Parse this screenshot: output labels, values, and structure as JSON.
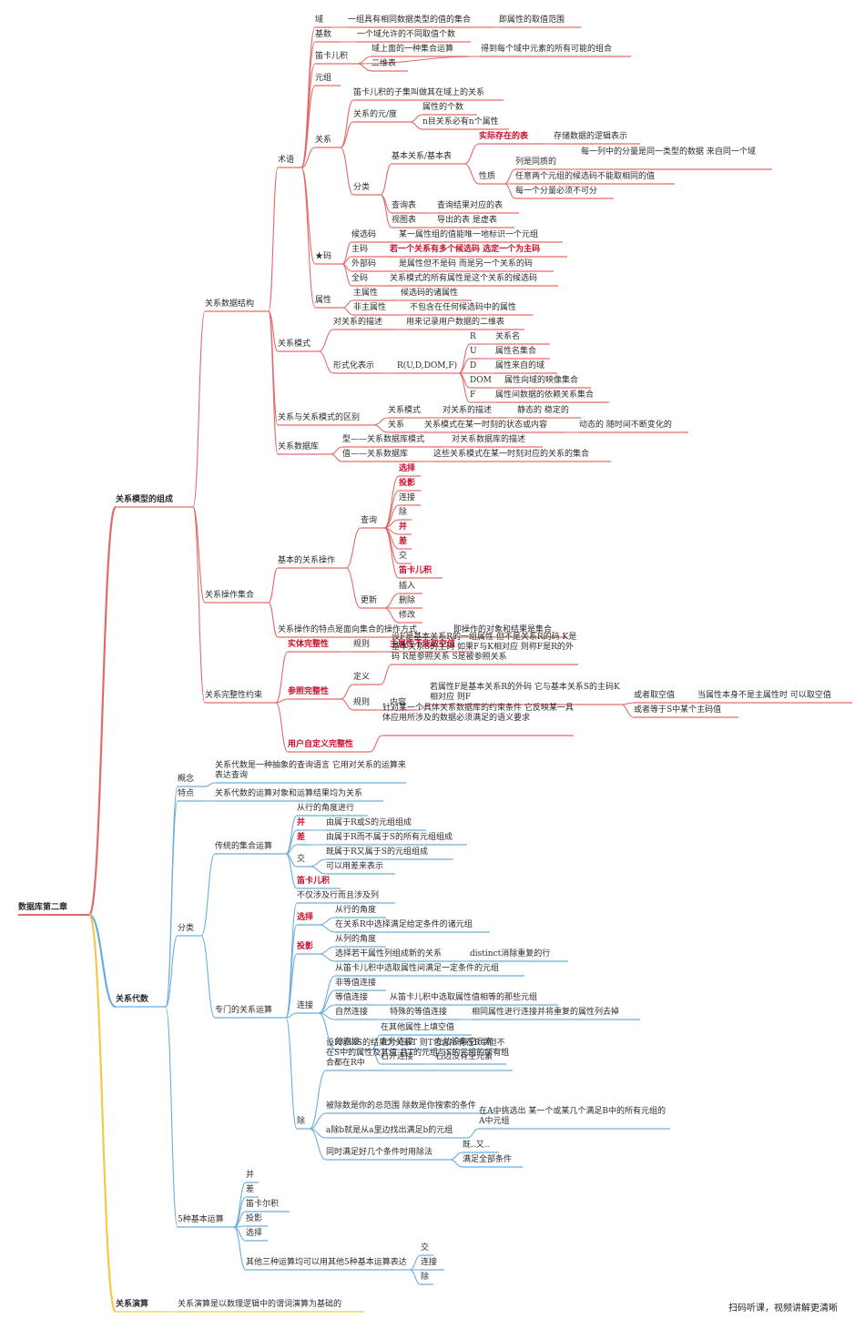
{
  "colors": {
    "red": "#e46a6a",
    "blue": "#6aaedc",
    "yellow": "#f2c94c",
    "text": "#2c2c2c",
    "accent": "#c8102e"
  },
  "root": {
    "label": "数据库第二章"
  },
  "footer": "扫码听课，视频讲解更清晰",
  "nodes": [
    {
      "id": "b1",
      "label": "关系模型的组成"
    },
    {
      "id": "b2",
      "label": "关系代数"
    },
    {
      "id": "b3",
      "label": "关系演算"
    },
    {
      "id": "s1",
      "label": "关系数据结构"
    },
    {
      "id": "s2",
      "label": "关系操作集合"
    },
    {
      "id": "s3",
      "label": "关系完整性约束"
    },
    {
      "id": "t1",
      "label": "术语"
    },
    {
      "id": "t2",
      "label": "关系模式"
    },
    {
      "id": "t3",
      "label": "关系与关系模式的区别"
    },
    {
      "id": "t4",
      "label": "关系数据库"
    },
    {
      "id": "u1",
      "label": "域"
    },
    {
      "id": "u1a",
      "label": "一组具有相同数据类型的值的集合"
    },
    {
      "id": "u1b",
      "label": "即属性的取值范围"
    },
    {
      "id": "u2",
      "label": "基数"
    },
    {
      "id": "u2a",
      "label": "一个域允许的不同取值个数"
    },
    {
      "id": "u3",
      "label": "笛卡儿积"
    },
    {
      "id": "u3a",
      "label": "域上面的一种集合运算"
    },
    {
      "id": "u3b",
      "label": "得到每个域中元素的所有可能的组合"
    },
    {
      "id": "u3c",
      "label": "二维表"
    },
    {
      "id": "u4",
      "label": "元组"
    },
    {
      "id": "u5",
      "label": "关系"
    },
    {
      "id": "u5a",
      "label": "笛卡儿积的子集叫做其在域上的关系"
    },
    {
      "id": "u5b",
      "label": "关系的元/度"
    },
    {
      "id": "u5b1",
      "label": "属性的个数"
    },
    {
      "id": "u5b2",
      "label": "n目关系必有n个属性"
    },
    {
      "id": "u5c",
      "label": "分类"
    },
    {
      "id": "u5c1",
      "label": "基本关系/基本表"
    },
    {
      "id": "u5c1a",
      "label": "实际存在的表"
    },
    {
      "id": "u5c1a1",
      "label": "存储数据的逻辑表示"
    },
    {
      "id": "u5c1b",
      "label": "性质"
    },
    {
      "id": "u5c1b1",
      "label": "列是同质的"
    },
    {
      "id": "u5c1b1a",
      "label": "每一列中的分量是同一类型的数据 来自同一个域"
    },
    {
      "id": "u5c1b2",
      "label": "任意两个元组的候选码不能取相同的值"
    },
    {
      "id": "u5c1b3",
      "label": "每一个分量必须不可分"
    },
    {
      "id": "u5c2",
      "label": "查询表"
    },
    {
      "id": "u5c2a",
      "label": "查询结果对应的表"
    },
    {
      "id": "u5c3",
      "label": "视图表"
    },
    {
      "id": "u5c3a",
      "label": "导出的表 是虚表"
    },
    {
      "id": "u6",
      "label": "★码"
    },
    {
      "id": "u6a",
      "label": "候选码"
    },
    {
      "id": "u6a1",
      "label": "某一属性组的值能唯一地标识一个元组"
    },
    {
      "id": "u6b",
      "label": "主码"
    },
    {
      "id": "u6b1",
      "label": "若一个关系有多个候选码 选定一个为主码"
    },
    {
      "id": "u6c",
      "label": "外部码"
    },
    {
      "id": "u6c1",
      "label": "是属性但不是码 而是另一个关系的码"
    },
    {
      "id": "u6d",
      "label": "全码"
    },
    {
      "id": "u6d1",
      "label": "关系模式的所有属性是这个关系的候选码"
    },
    {
      "id": "u7",
      "label": "属性"
    },
    {
      "id": "u7a",
      "label": "主属性"
    },
    {
      "id": "u7a1",
      "label": "候选码的诸属性"
    },
    {
      "id": "u7b",
      "label": "非主属性"
    },
    {
      "id": "u7b1",
      "label": "不包含在任何候选码中的属性"
    },
    {
      "id": "m1",
      "label": "对关系的描述"
    },
    {
      "id": "m1a",
      "label": "用来记录用户数据的二维表"
    },
    {
      "id": "m2",
      "label": "形式化表示"
    },
    {
      "id": "m2a",
      "label": "R(U,D,DOM,F)"
    },
    {
      "id": "m3",
      "label": "R"
    },
    {
      "id": "m3a",
      "label": "关系名"
    },
    {
      "id": "m4",
      "label": "U"
    },
    {
      "id": "m4a",
      "label": "属性名集合"
    },
    {
      "id": "m5",
      "label": "D"
    },
    {
      "id": "m5a",
      "label": "属性来自的域"
    },
    {
      "id": "m6",
      "label": "DOM"
    },
    {
      "id": "m6a",
      "label": "属性向域的映像集合"
    },
    {
      "id": "m7",
      "label": "F"
    },
    {
      "id": "m7a",
      "label": "属性间数据的依赖关系集合"
    },
    {
      "id": "d1",
      "label": "关系模式"
    },
    {
      "id": "d1a",
      "label": "对关系的描述"
    },
    {
      "id": "d1b",
      "label": "静态的 稳定的"
    },
    {
      "id": "d2",
      "label": "关系"
    },
    {
      "id": "d2a",
      "label": "关系模式在某一时刻的状态或内容"
    },
    {
      "id": "d2b",
      "label": "动态的 随时间不断变化的"
    },
    {
      "id": "r1",
      "label": "型——关系数据库模式"
    },
    {
      "id": "r1a",
      "label": "对关系数据库的描述"
    },
    {
      "id": "r2",
      "label": "值——关系数据库"
    },
    {
      "id": "r2a",
      "label": "这些关系模式在某一时刻对应的关系的集合"
    },
    {
      "id": "o1",
      "label": "基本的关系操作"
    },
    {
      "id": "o1a",
      "label": "查询"
    },
    {
      "id": "o1a1",
      "label": "选择"
    },
    {
      "id": "o1a2",
      "label": "投影"
    },
    {
      "id": "o1a3",
      "label": "连接"
    },
    {
      "id": "o1a4",
      "label": "除"
    },
    {
      "id": "o1a5",
      "label": "并"
    },
    {
      "id": "o1a6",
      "label": "差"
    },
    {
      "id": "o1a7",
      "label": "交"
    },
    {
      "id": "o1a8",
      "label": "笛卡儿积"
    },
    {
      "id": "o1b",
      "label": "更新"
    },
    {
      "id": "o1b1",
      "label": "插入"
    },
    {
      "id": "o1b2",
      "label": "删除"
    },
    {
      "id": "o1b3",
      "label": "修改"
    },
    {
      "id": "o2",
      "label": "关系操作的特点是面向集合的操作方式"
    },
    {
      "id": "o2a",
      "label": "即操作的对象和结果是集合"
    },
    {
      "id": "c1",
      "label": "实体完整性"
    },
    {
      "id": "c1a",
      "label": "规则"
    },
    {
      "id": "c1a1",
      "label": "主属性不能取空值"
    },
    {
      "id": "c2",
      "label": "参照完整性"
    },
    {
      "id": "c2a",
      "label": "定义"
    },
    {
      "id": "c2a1",
      "label": "设F是基本关系R的一组属性 但不是关系R的码 K是基本关系S的主码 如果F与K相对应 则称F是R的外码 R是参照关系 S是被参照关系"
    },
    {
      "id": "c2b",
      "label": "规则"
    },
    {
      "id": "c2b1",
      "label": "内容"
    },
    {
      "id": "c2b1a",
      "label": "若属性F是基本关系R的外码 它与基本关系S的主码K相对应 则F"
    },
    {
      "id": "c2b1a1",
      "label": "或者取空值"
    },
    {
      "id": "c2b1a1x",
      "label": "当属性本身不是主属性时 可以取空值"
    },
    {
      "id": "c2b1a2",
      "label": "或者等于S中某个主码值"
    },
    {
      "id": "c3",
      "label": "用户自定义完整性"
    },
    {
      "id": "c3a",
      "label": "针对某一个具体关系数据库的约束条件 它反映某一具体应用所涉及的数据必须满足的语义要求"
    },
    {
      "id": "a1",
      "label": "概念"
    },
    {
      "id": "a1a",
      "label": "关系代数是一种抽象的查询语言 它用对关系的运算来表达查询"
    },
    {
      "id": "a2",
      "label": "特点"
    },
    {
      "id": "a2a",
      "label": "关系代数的运算对象和运算结果均为关系"
    },
    {
      "id": "a3",
      "label": "分类"
    },
    {
      "id": "a4",
      "label": "5种基本运算"
    },
    {
      "id": "k1",
      "label": "传统的集合运算"
    },
    {
      "id": "k1a",
      "label": "从行的角度进行"
    },
    {
      "id": "k1b",
      "label": "并"
    },
    {
      "id": "k1b1",
      "label": "由属于R或S的元组组成"
    },
    {
      "id": "k1c",
      "label": "差"
    },
    {
      "id": "k1c1",
      "label": "由属于R而不属于S的所有元组组成"
    },
    {
      "id": "k1d",
      "label": "交"
    },
    {
      "id": "k1d1",
      "label": "既属于R又属于S的元组组成"
    },
    {
      "id": "k1d2",
      "label": "可以用差来表示"
    },
    {
      "id": "k1e",
      "label": "笛卡儿积"
    },
    {
      "id": "k2",
      "label": "专门的关系运算"
    },
    {
      "id": "k2a",
      "label": "不仅涉及行而且涉及列"
    },
    {
      "id": "k2b",
      "label": "选择"
    },
    {
      "id": "k2b1",
      "label": "从行的角度"
    },
    {
      "id": "k2b2",
      "label": "在关系R中选择满足给定条件的诸元组"
    },
    {
      "id": "k2c",
      "label": "投影"
    },
    {
      "id": "k2c1",
      "label": "从列的角度"
    },
    {
      "id": "k2c2",
      "label": "选择若干属性列组成新的关系"
    },
    {
      "id": "k2c2a",
      "label": "distinct消除重复的行"
    },
    {
      "id": "k2d",
      "label": "连接"
    },
    {
      "id": "k2d0",
      "label": "从笛卡儿积中选取属性间满足一定条件的元组"
    },
    {
      "id": "k2d1",
      "label": "非等值连接"
    },
    {
      "id": "k2d2",
      "label": "等值连接"
    },
    {
      "id": "k2d2a",
      "label": "从笛卡儿积中选取属性值相等的那些元组"
    },
    {
      "id": "k2d3",
      "label": "自然连接"
    },
    {
      "id": "k2d3a",
      "label": "特殊的等值连接"
    },
    {
      "id": "k2d3b",
      "label": "相同属性进行连接并将重复的属性列去掉"
    },
    {
      "id": "k2d4",
      "label": "外连接"
    },
    {
      "id": "k2d4a",
      "label": "在其他属性上填空值"
    },
    {
      "id": "k2d4b",
      "label": "左外连接"
    },
    {
      "id": "k2d4b1",
      "label": "左边没有空元素"
    },
    {
      "id": "k2d4c",
      "label": "右外连接"
    },
    {
      "id": "k2d4c1",
      "label": "右边没有空元素"
    },
    {
      "id": "k2e",
      "label": "除"
    },
    {
      "id": "k2e1",
      "label": "设R除以S的结果为关系T 则T包含所有在R中但不在S中的属性及其值 且T的元组与S的元组的所有组合都在R中"
    },
    {
      "id": "k2e2",
      "label": "被除数是你的总范围 除数是你搜索的条件"
    },
    {
      "id": "k2e3",
      "label": "a除b就是从a里边找出满足b的元组"
    },
    {
      "id": "k2e3a",
      "label": "在A中挑选出 某一个或某几个满足B中的所有元组的 A中元组"
    },
    {
      "id": "k2e4",
      "label": "同时满足好几个条件时用除法"
    },
    {
      "id": "k2e4a",
      "label": "既..又.."
    },
    {
      "id": "k2e4b",
      "label": "满足全部条件"
    },
    {
      "id": "f1",
      "label": "并"
    },
    {
      "id": "f2",
      "label": "差"
    },
    {
      "id": "f3",
      "label": "笛卡尔积"
    },
    {
      "id": "f4",
      "label": "投影"
    },
    {
      "id": "f5",
      "label": "选择"
    },
    {
      "id": "f6",
      "label": "其他三种运算均可以用其他5种基本运算表达"
    },
    {
      "id": "f6a",
      "label": "交"
    },
    {
      "id": "f6b",
      "label": "连接"
    },
    {
      "id": "f6c",
      "label": "除"
    },
    {
      "id": "e1",
      "label": "关系演算是以数理逻辑中的谓词演算为基础的"
    }
  ]
}
